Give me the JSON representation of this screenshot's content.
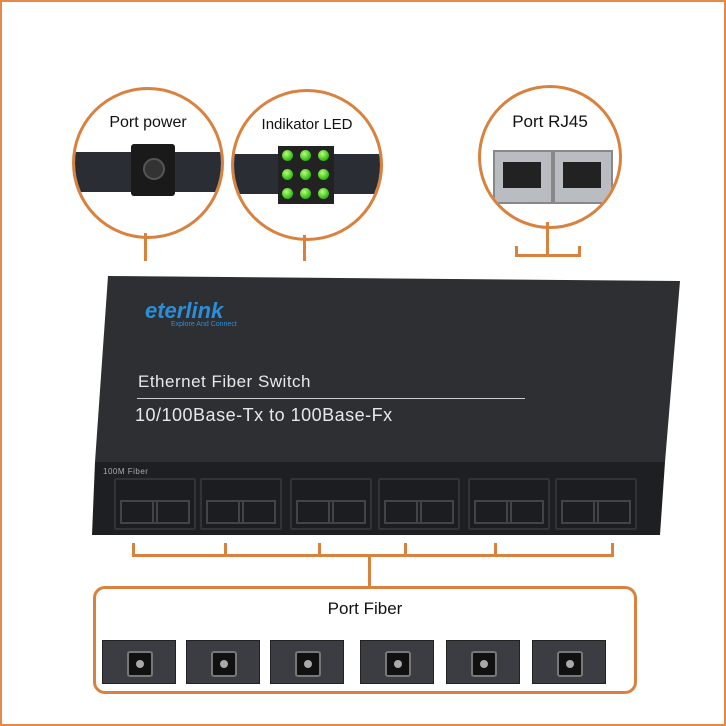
{
  "callouts": {
    "power": "Port power",
    "led": "Indikator LED",
    "rj45": "Port RJ45",
    "fiber": "Port Fiber"
  },
  "device": {
    "brand": "eterlink",
    "brand_tagline": "Explore And Connect",
    "title": "Ethernet Fiber Switch",
    "subtitle": "10/100Base-Tx to 100Base-Fx",
    "port_label": "100M Fiber"
  },
  "colors": {
    "accent": "#d9823f",
    "device": "#2b2c2f",
    "brand": "#2a8fd8"
  }
}
